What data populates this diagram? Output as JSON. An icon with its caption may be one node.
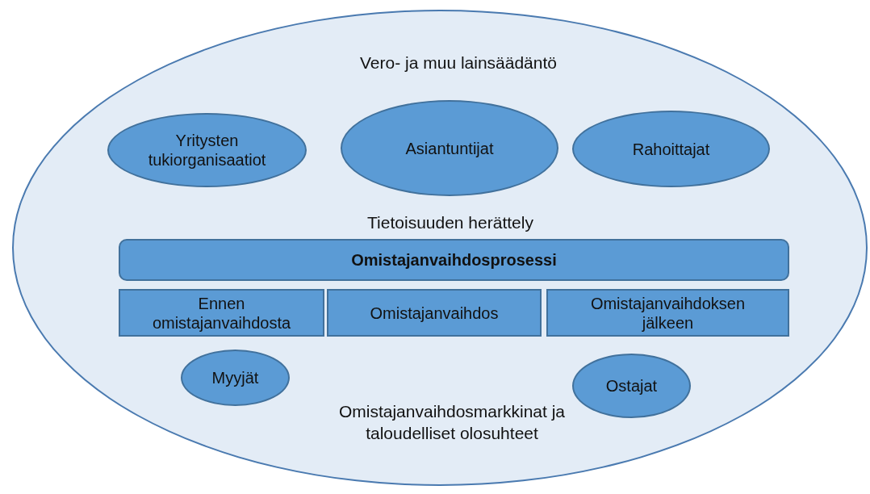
{
  "diagram": {
    "nodes": [
      {
        "text": [
          "Vero- ja muu lainsäädäntö",
          "Tietoisuuden herättely",
          "Omistajanvaihdosmarkkinat ja taloudelliset olosuhteet"
        ]
      },
      {
        "text": [
          "Yritysten tukiorganisaatiot"
        ],
        "in": 0
      },
      {
        "text": [
          "Asiantuntijat"
        ],
        "in": 0
      },
      {
        "text": [
          "Rahoittajat"
        ],
        "in": 0
      },
      {
        "text": [
          "Omistajanvaihdosprosessi"
        ],
        "in": 0
      },
      {
        "text": [
          "Ennen omistajanvaihdosta"
        ],
        "in": 0
      },
      {
        "text": [
          "Omistajanvaihdos"
        ],
        "in": 0
      },
      {
        "text": [
          "Omistajanvaihdoksen jälkeen"
        ],
        "in": 0
      },
      {
        "text": [
          "Myyjät"
        ],
        "in": 0
      },
      {
        "text": [
          "Ostajat"
        ],
        "in": 0
      }
    ],
    "edges": []
  }
}
